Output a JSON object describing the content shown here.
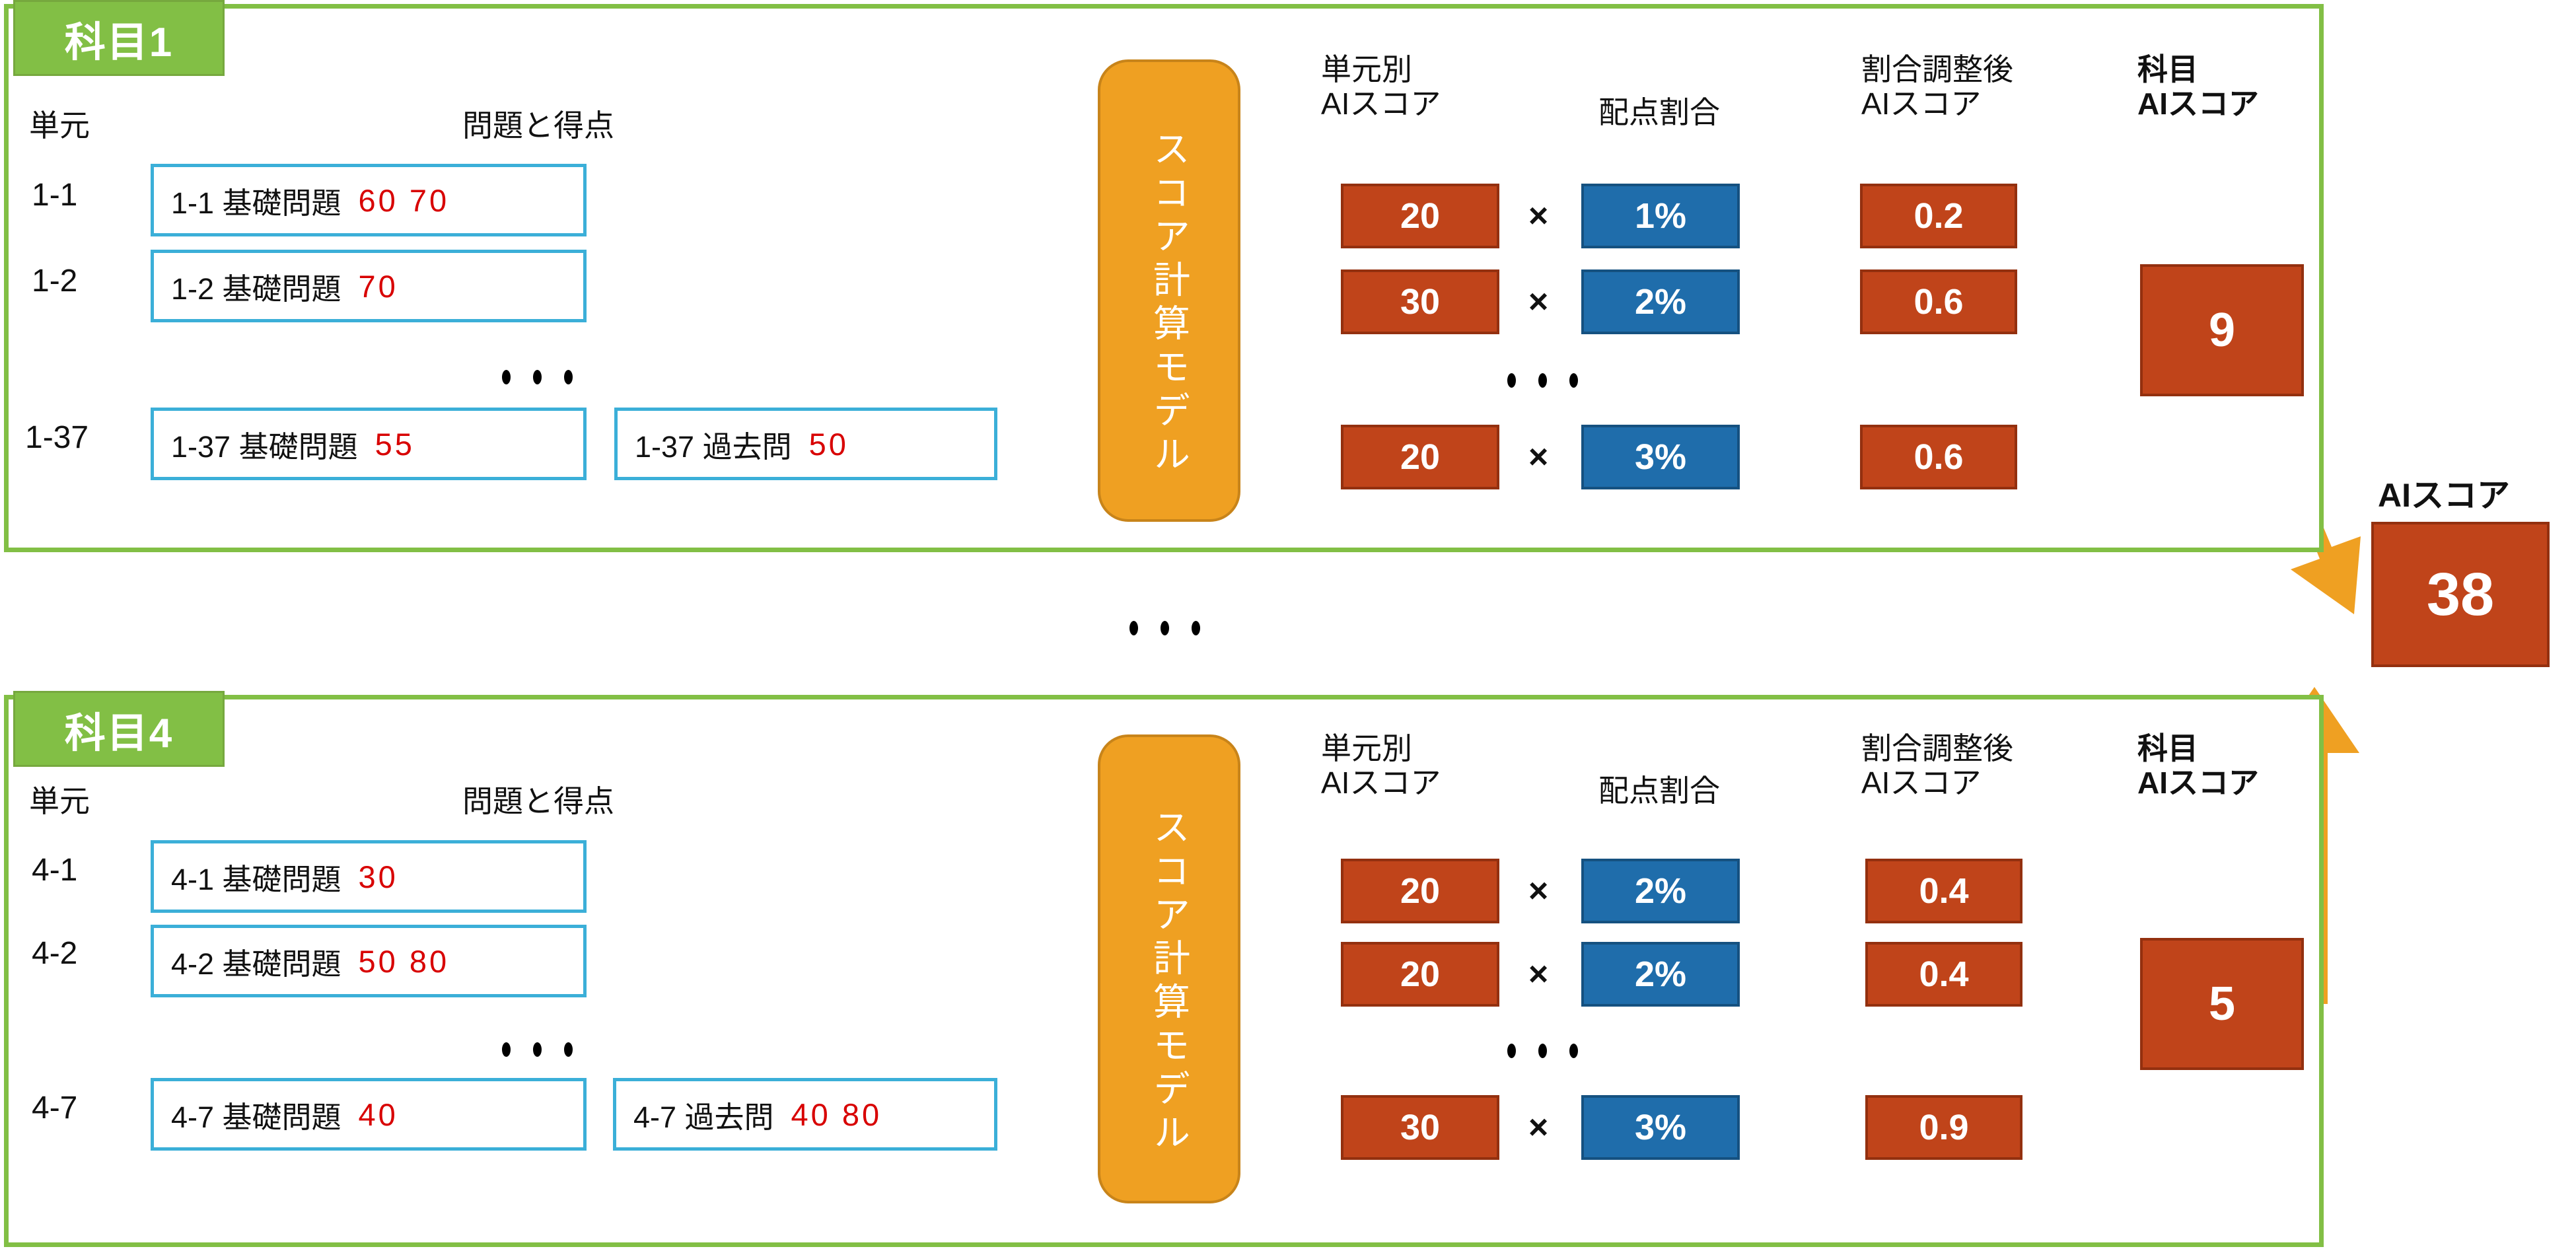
{
  "colors": {
    "green": "#82BF45",
    "cyan": "#3BAFD8",
    "brown": "#C0441A",
    "blue": "#1F6DAB",
    "orange": "#EFA022",
    "red_score": "#D80000"
  },
  "headers": {
    "unit": "単元",
    "problems_and_scores": "問題と得点",
    "unit_ai_score": "単元別\nAIスコア",
    "weight_ratio": "配点割合",
    "adjusted_ai_score": "割合調整後\nAIスコア",
    "subject_ai_score": "科目\nAIスコア",
    "score_model": "スコア計算モデル",
    "times": "×",
    "final_ai_score_label": "AIスコア"
  },
  "subjects": [
    {
      "tab_label": "科目1",
      "rows": [
        {
          "unit": "1-1",
          "boxes": [
            {
              "title": "1-1 基礎問題",
              "scores": "60 70"
            }
          ],
          "unit_score": "20",
          "weight": "1%",
          "adjusted": "0.2"
        },
        {
          "unit": "1-2",
          "boxes": [
            {
              "title": "1-2 基礎問題",
              "scores": "70"
            }
          ],
          "unit_score": "30",
          "weight": "2%",
          "adjusted": "0.6"
        },
        {
          "unit": "1-37",
          "boxes": [
            {
              "title": "1-37 基礎問題",
              "scores": "55"
            },
            {
              "title": "1-37 過去問",
              "scores": "50"
            }
          ],
          "unit_score": "20",
          "weight": "3%",
          "adjusted": "0.6"
        }
      ],
      "subject_score": "9"
    },
    {
      "tab_label": "科目4",
      "rows": [
        {
          "unit": "4-1",
          "boxes": [
            {
              "title": "4-1 基礎問題",
              "scores": "30"
            }
          ],
          "unit_score": "20",
          "weight": "2%",
          "adjusted": "0.4"
        },
        {
          "unit": "4-2",
          "boxes": [
            {
              "title": "4-2 基礎問題",
              "scores": "50 80"
            }
          ],
          "unit_score": "20",
          "weight": "2%",
          "adjusted": "0.4"
        },
        {
          "unit": "4-7",
          "boxes": [
            {
              "title": "4-7 基礎問題",
              "scores": "40"
            },
            {
              "title": "4-7 過去問",
              "scores": "40 80"
            }
          ],
          "unit_score": "30",
          "weight": "3%",
          "adjusted": "0.9"
        }
      ],
      "subject_score": "5"
    }
  ],
  "total_ai_score": "38"
}
